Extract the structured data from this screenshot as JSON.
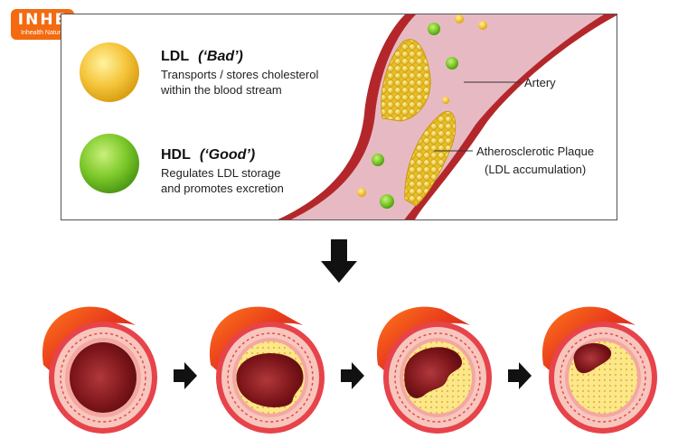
{
  "logo": {
    "brand": "INHE",
    "tagline": "Inhealth Nature"
  },
  "ldl": {
    "title": "LDL",
    "qualifier": "(‘Bad’)",
    "desc_line1": "Transports / stores cholesterol",
    "desc_line2": "within the blood stream",
    "color": "#f5c43a"
  },
  "hdl": {
    "title": "HDL",
    "qualifier": "(‘Good’)",
    "desc_line1": "Regulates LDL storage",
    "desc_line2": "and promotes excretion",
    "color": "#7cc82a"
  },
  "callouts": {
    "artery": "Artery",
    "plaque_line1": "Atherosclerotic Plaque",
    "plaque_line2": "(LDL accumulation)"
  },
  "stages": [
    {
      "plaque": 0
    },
    {
      "plaque": 1
    },
    {
      "plaque": 2
    },
    {
      "plaque": 3
    }
  ]
}
